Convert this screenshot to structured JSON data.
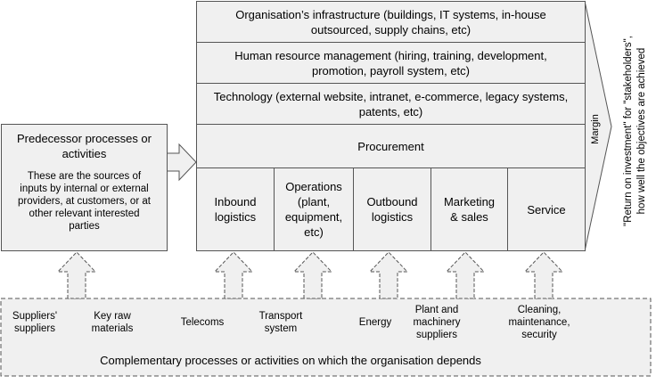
{
  "support": {
    "infrastructure": "Organisation’s infrastructure (buildings, IT systems, in-house outsourced, supply chains, etc)",
    "hrm": "Human resource management (hiring, training, development, promotion, payroll system, etc)",
    "technology": "Technology (external website, intranet, e-commerce, legacy systems, patents, etc)",
    "procurement": "Procurement"
  },
  "primary": [
    {
      "label": "Inbound logistics"
    },
    {
      "label": "Operations (plant, equipment, etc)"
    },
    {
      "label": "Outbound logistics"
    },
    {
      "label": "Marketing & sales"
    },
    {
      "label": "Service"
    }
  ],
  "margin": "Margin",
  "outcome": {
    "line1": "\"Return on investment\" for \"stakeholders\",",
    "line2": "how well the objectives are achieved"
  },
  "predecessor": {
    "title": "Predecessor processes or activities",
    "description": "These are the sources of inputs by internal or external providers, at customers, or at other relevant interested parties"
  },
  "complementary": {
    "items": [
      {
        "label": "Suppliers' suppliers"
      },
      {
        "label": "Key raw materials"
      },
      {
        "label": "Telecoms"
      },
      {
        "label": "Transport system"
      },
      {
        "label": "Energy"
      },
      {
        "label": "Plant and machinery suppliers"
      },
      {
        "label": "Cleaning, maintenance, security"
      }
    ],
    "caption": "Complementary processes or activities on which the organisation depends"
  }
}
